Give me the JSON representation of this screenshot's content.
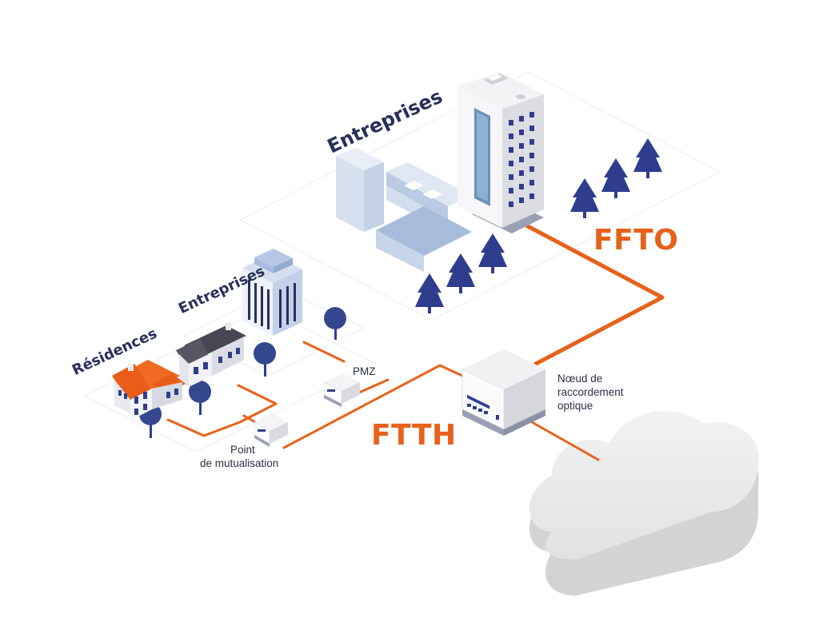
{
  "labels": {
    "entreprises_top": "Entreprises",
    "entreprises_mid": "Entreprises",
    "residences": "Résidences",
    "ffto": "FFTO",
    "ftth": "FTTH",
    "pmz": "PMZ",
    "point_mutualisation": [
      "Point",
      "de mutualisation"
    ],
    "noeud_raccordement": [
      "Nœud de",
      "raccordement",
      "optique"
    ]
  },
  "colors": {
    "fiber": "#e8611a",
    "label_dark": "#27305a",
    "tree": "#2f3d8f",
    "building_light": "#c9d6ea",
    "building_blue": "#9fb5d6",
    "cloud": "#e4e4e4"
  },
  "icons": [
    "tower-building",
    "office-building",
    "house-orange-roof",
    "house-grey-roof",
    "street-cabinet",
    "optical-node",
    "cloud",
    "tree"
  ]
}
